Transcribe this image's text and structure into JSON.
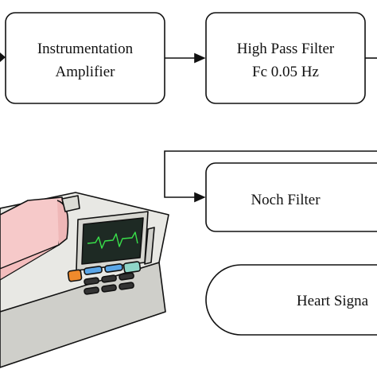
{
  "blocks": {
    "instrumentation_amplifier": {
      "line1": "Instrumentation",
      "line2": "Amplifier"
    },
    "high_pass_filter": {
      "line1": "High Pass Filter",
      "line2": "Fc 0.05 Hz"
    },
    "notch_filter": {
      "label": "Noch Filter"
    },
    "heart_signal": {
      "label": "Heart Signa"
    }
  },
  "colors": {
    "stroke": "#111111",
    "ecg_paper": "#f6c9c9",
    "ecg_body": "#e8e8e4",
    "ecg_screen": "#1e2a24",
    "ecg_trace": "#39e04a",
    "button_orange": "#f08a2c",
    "button_blue": "#5aa6e8",
    "button_teal": "#8fd6c8"
  },
  "icons": {
    "device": "ecg-machine-icon"
  }
}
